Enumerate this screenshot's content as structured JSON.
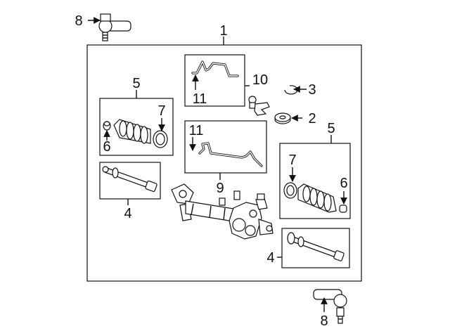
{
  "callouts": {
    "c1": "1",
    "c2": "2",
    "c3": "3",
    "c4_left": "4",
    "c4_right": "4",
    "c5_left": "5",
    "c5_right": "5",
    "c6_left": "6",
    "c6_right": "6",
    "c7_left": "7",
    "c7_right": "7",
    "c8_top": "8",
    "c8_bottom": "8",
    "c9": "9",
    "c10": "10",
    "c11_top": "11",
    "c11_mid": "11"
  },
  "colors": {
    "line": "#111111",
    "background": "#ffffff"
  }
}
